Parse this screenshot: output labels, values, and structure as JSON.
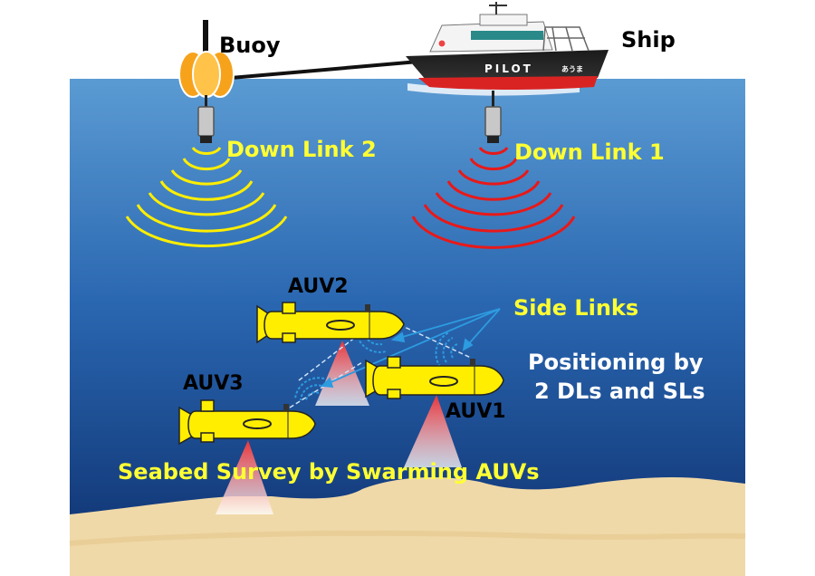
{
  "labels": {
    "buoy": "Buoy",
    "ship": "Ship",
    "ship_name": "PILOT",
    "ship_mark": "あうま",
    "down_link_2": "Down Link 2",
    "down_link_1": "Down Link 1",
    "side_links": "Side Links",
    "auv1": "AUV1",
    "auv2": "AUV2",
    "auv3": "AUV3",
    "positioning_line1": "Positioning by",
    "positioning_line2": "2 DLs and SLs",
    "seabed_survey": "Seabed Survey by Swarming AUVs"
  },
  "colors": {
    "sea_top": "#5b9bd3",
    "sea_bottom": "#0b2d6b",
    "seabed": "#f0d9a8",
    "auv_body": "#ffee00",
    "label_yellow": "#ffff33",
    "label_white": "#ffffff",
    "down_link_2_wave": "#ffee00",
    "down_link_1_wave": "#e81919",
    "side_link_wave": "#2d9be0",
    "sonar_beam": "#e8343a"
  }
}
